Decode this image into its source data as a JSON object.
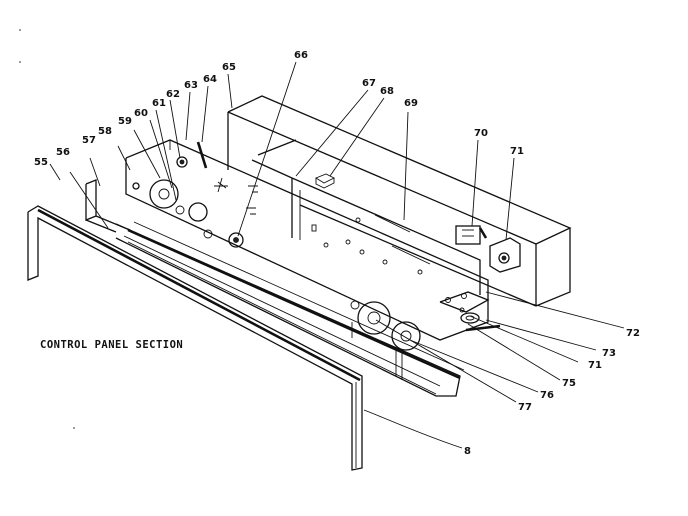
{
  "diagram": {
    "title": "CONTROL PANEL SECTION",
    "part_labels": {
      "p8": "8",
      "p55": "55",
      "p56": "56",
      "p57": "57",
      "p58": "58",
      "p59": "59",
      "p60": "60",
      "p61": "61",
      "p62": "62",
      "p63": "63",
      "p64": "64",
      "p65": "65",
      "p66": "66",
      "p67": "67",
      "p68": "68",
      "p69": "69",
      "p70": "70",
      "p71a": "71",
      "p71b": "71",
      "p72": "72",
      "p73": "73",
      "p75": "75",
      "p76": "76",
      "p77": "77"
    }
  }
}
